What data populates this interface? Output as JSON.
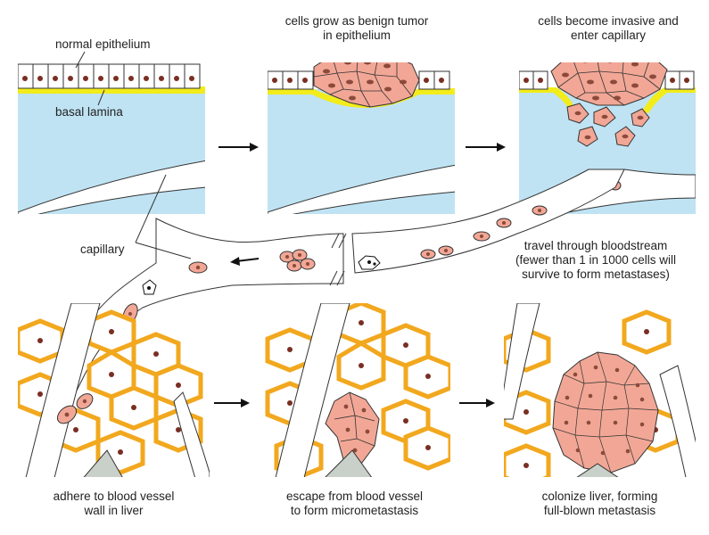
{
  "labels": {
    "normal_epithelium": "normal epithelium",
    "basal_lamina": "basal lamina",
    "benign_l1": "cells grow as benign tumor",
    "benign_l2": "in epithelium",
    "invasive_l1": "cells become invasive and",
    "invasive_l2": "enter capillary",
    "capillary": "capillary",
    "travel_l1": "travel through bloodstream",
    "travel_l2": "(fewer than 1 in 1000 cells will",
    "travel_l3": "survive to form metastases)",
    "adhere_l1": "adhere to blood vessel",
    "adhere_l2": "wall in liver",
    "escape_l1": "escape from blood vessel",
    "escape_l2": "to form micrometastasis",
    "colonize_l1": "colonize liver, forming",
    "colonize_l2": "full-blown metastasis"
  },
  "colors": {
    "tissue_blue": "#bfe3f3",
    "basal_lamina": "#f2ec1b",
    "tumor_cell": "#f2a796",
    "tumor_nucleus": "#8c4a3a",
    "liver_cell_border": "#f2a81e",
    "nucleus": "#7a2e22",
    "gray_region": "#c9cfc9",
    "outline": "#333333"
  }
}
